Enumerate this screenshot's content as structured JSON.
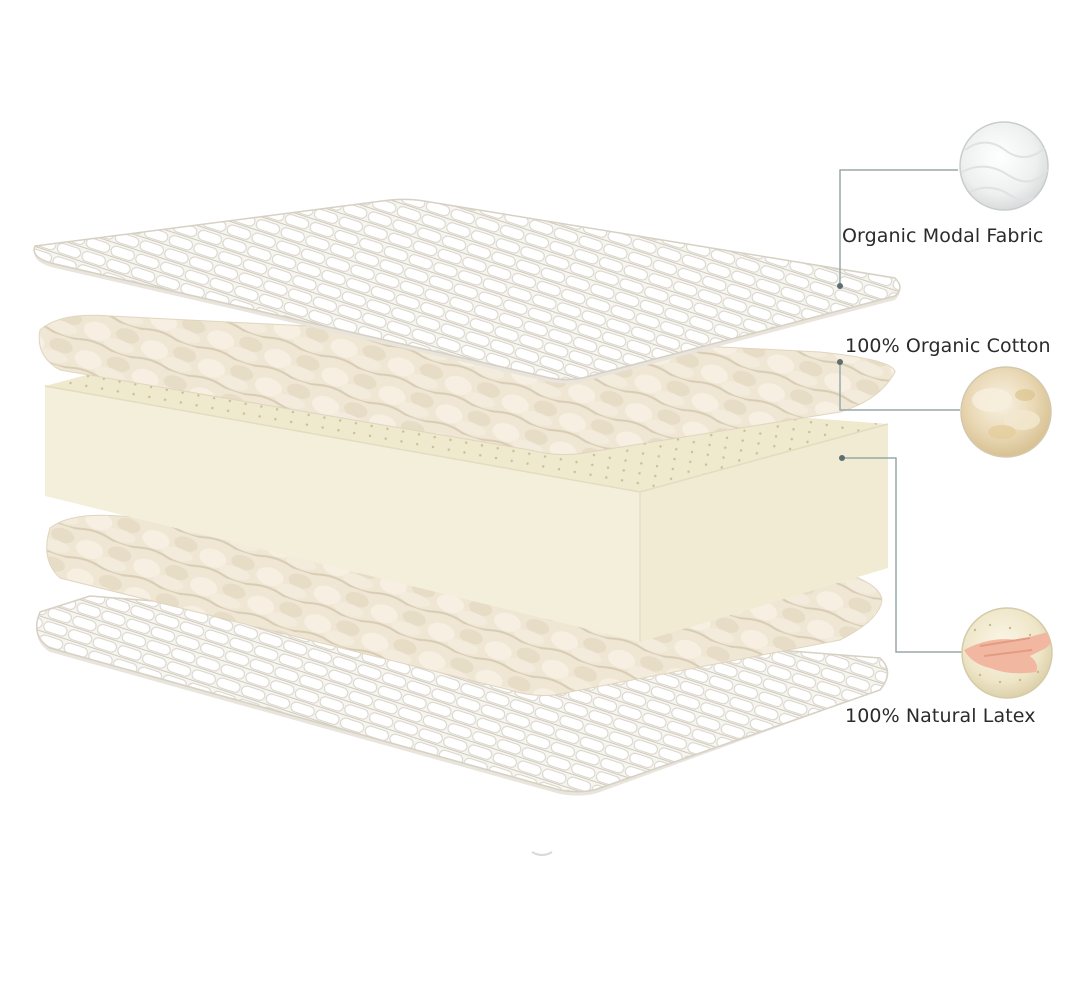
{
  "labels": {
    "modal_fabric": "Organic Modal Fabric",
    "organic_cotton": "100% Organic Cotton",
    "natural_latex": "100% Natural Latex"
  },
  "colors": {
    "background": "#ffffff",
    "quilted_fabric": "#f6f4ee",
    "cotton_batting": "#ece3d0",
    "latex_core": "#efe9cf",
    "callout_line": "#9aa7a8",
    "label_text": "#2b2b2b"
  },
  "icons": [
    "modal-fabric-swatch-icon",
    "cotton-swatch-icon",
    "latex-hand-swatch-icon"
  ]
}
